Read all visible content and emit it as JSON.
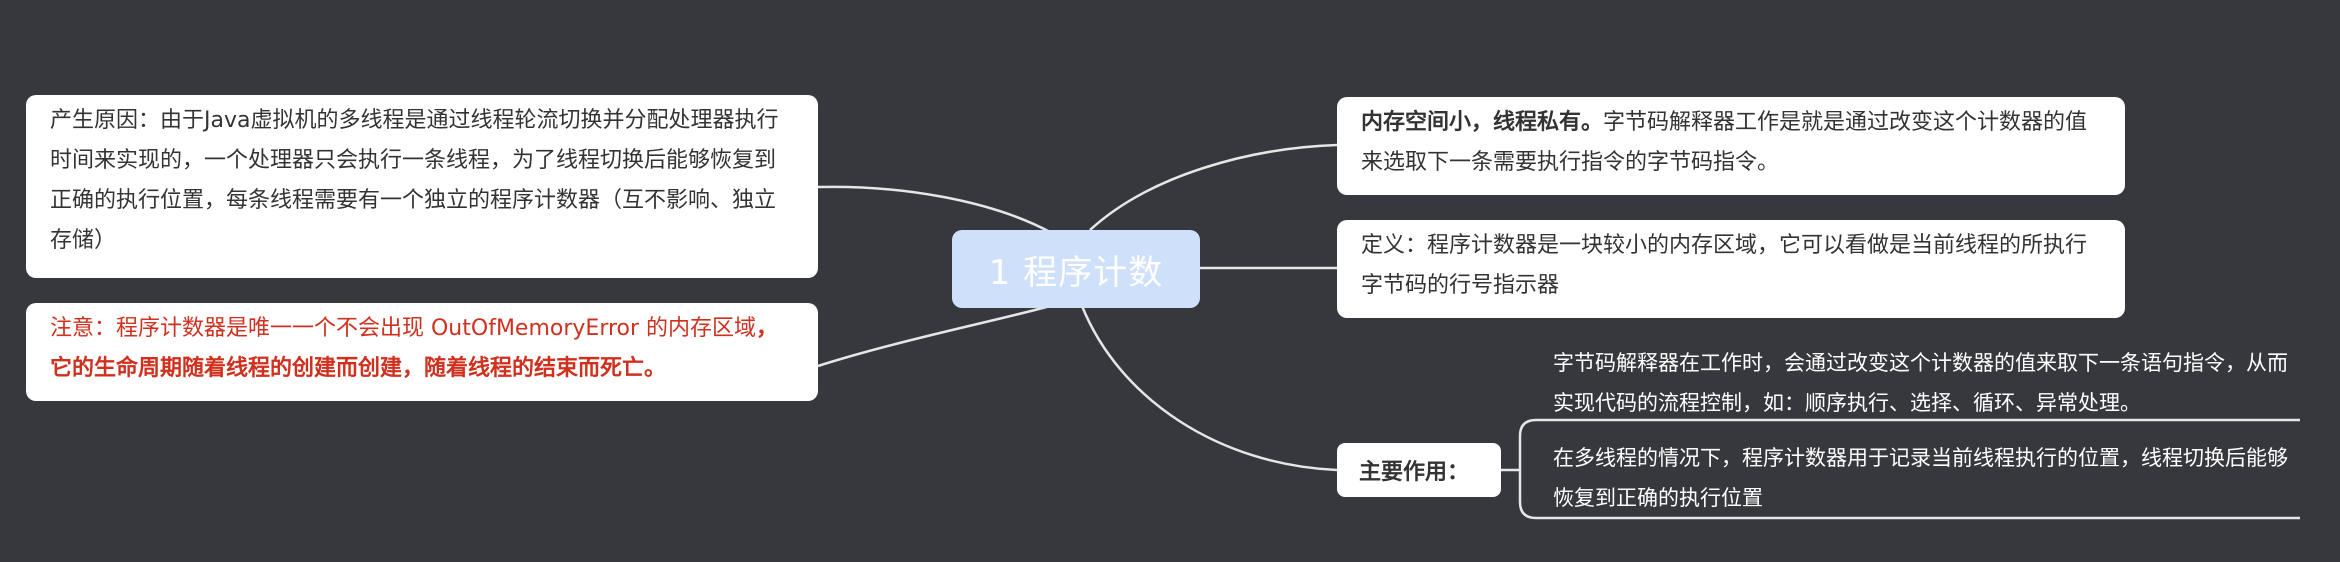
{
  "center": {
    "title": "1 程序计数"
  },
  "left": {
    "cause": "产生原因：由于Java虚拟机的多线程是通过线程轮流切换并分配处理器执行时间来实现的，一个处理器只会执行一条线程，为了线程切换后能够恢复到正确的执行位置，每条线程需要有一个独立的程序计数器（互不影响、独立存储）",
    "note": {
      "normal": "注意：程序计数器是唯一一个不会出现 OutOfMemoryError 的内存区域",
      "bold": "，它的生命周期随着线程的创建而创建，随着线程的结束而死亡。"
    }
  },
  "right": {
    "memory": {
      "bold": "内存空间小，线程私有。",
      "normal": "字节码解释器工作是就是通过改变这个计数器的值来选取下一条需要执行指令的字节码指令。"
    },
    "definition": "定义：程序计数器是一块较小的内存区域，它可以看做是当前线程的所执行字节码的行号指示器",
    "main_role": {
      "label": "主要作用：",
      "items": [
        "字节码解释器在工作时，会通过改变这个计数器的值来取下一条语句指令，从而实现代码的流程控制，如：顺序执行、选择、循环、异常处理。",
        " 在多线程的情况下，程序计数器用于记录当前线程执行的位置，线程切换后能够恢复到正确的执行位置"
      ]
    }
  },
  "colors": {
    "background": "#37383e",
    "center": "#cfe0fb",
    "node": "#ffffff",
    "warning": "#d0301e",
    "link": "#e6e6e6"
  }
}
